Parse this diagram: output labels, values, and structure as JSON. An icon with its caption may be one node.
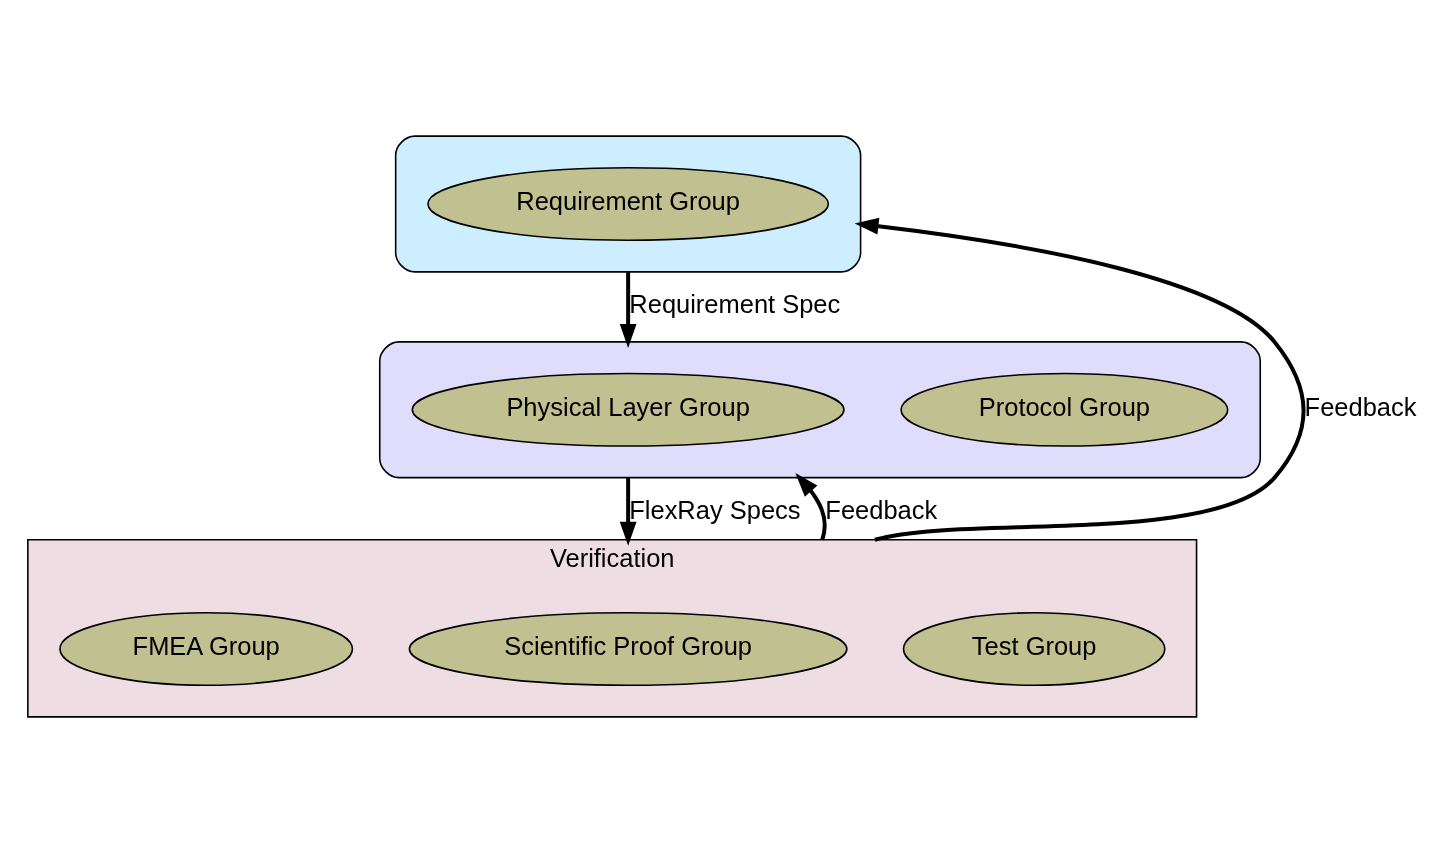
{
  "diagram": {
    "nodes": [
      {
        "text": [],
        "shape": "ellipse"
      },
      {
        "text": [
          "Requirement Group"
        ],
        "in": 0
      },
      {
        "text": [],
        "shape": "ellipse"
      },
      {
        "text": [
          "Protocol Group"
        ],
        "in": 2
      },
      {
        "text": [
          "Physical Layer Group"
        ],
        "in": 2
      },
      {
        "text": [
          "Verification"
        ]
      },
      {
        "text": [
          "Test Group"
        ],
        "in": 5
      },
      {
        "text": [
          "Scientific Proof Group"
        ],
        "in": 5
      },
      {
        "text": [
          "FMEA Group"
        ],
        "in": 5
      }
    ],
    "edges": [
      {
        "from": 0,
        "to": 2,
        "arrow": "to",
        "label": "Requirement Spec"
      },
      {
        "from": 2,
        "to": 5,
        "arrow": "to",
        "label": "FlexRay Specs"
      },
      {
        "from": 5,
        "to": 2,
        "arrow": "to",
        "label": "Feedback"
      },
      {
        "from": 5,
        "to": 0,
        "arrow": "to",
        "label": "Feedback"
      }
    ]
  }
}
